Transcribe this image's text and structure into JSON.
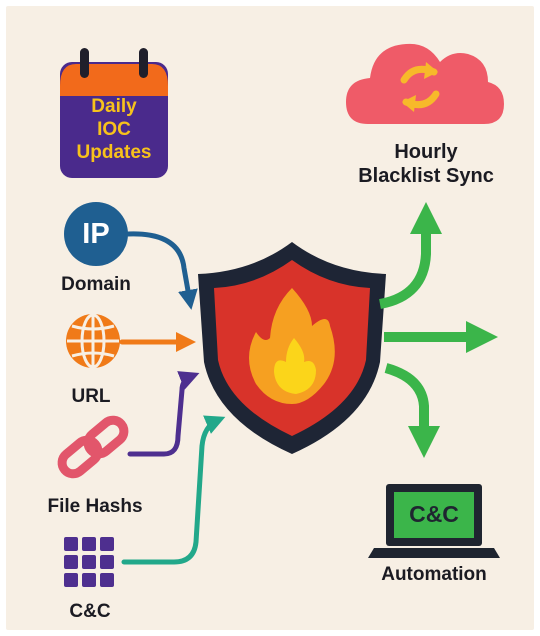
{
  "calendar": {
    "lines": [
      "Daily",
      "IOC",
      "Updates"
    ]
  },
  "cloud": {
    "label_lines": [
      "Hourly",
      "Blacklist Sync"
    ]
  },
  "inputs": {
    "ip_badge": "IP",
    "domain": "Domain",
    "url": "URL",
    "file_hashes": "File Hashs",
    "cnc": "C&C"
  },
  "laptop": {
    "screen_text": "C&C",
    "label": "Automation"
  },
  "colors": {
    "background": "#f7efe4",
    "calendar_orange": "#f26a1b",
    "calendar_purple": "#4a2a8c",
    "calendar_text": "#f7c21b",
    "ip_circle": "#1f5f91",
    "globe_orange": "#f07a18",
    "link_pink": "#e2566b",
    "grid_purple": "#4e2f8f",
    "arrow_blue": "#1f5f91",
    "arrow_orange": "#f07a18",
    "arrow_purple": "#4e2f8f",
    "arrow_teal": "#22a88a",
    "arrow_green": "#3bb54a",
    "shield_dark": "#1e2535",
    "shield_red": "#d8332a",
    "flame_orange": "#f6a021",
    "flame_yellow": "#fbd51a",
    "cloud_pink": "#ef5b68",
    "sync_yellow": "#f7b92a",
    "laptop_green": "#3bb54a",
    "laptop_dark": "#1f2530"
  },
  "icons": [
    "calendar-icon",
    "cloud-sync-icon",
    "ip-icon",
    "globe-icon",
    "chain-link-icon",
    "grid-icon",
    "shield-firewall-icon",
    "laptop-icon"
  ]
}
